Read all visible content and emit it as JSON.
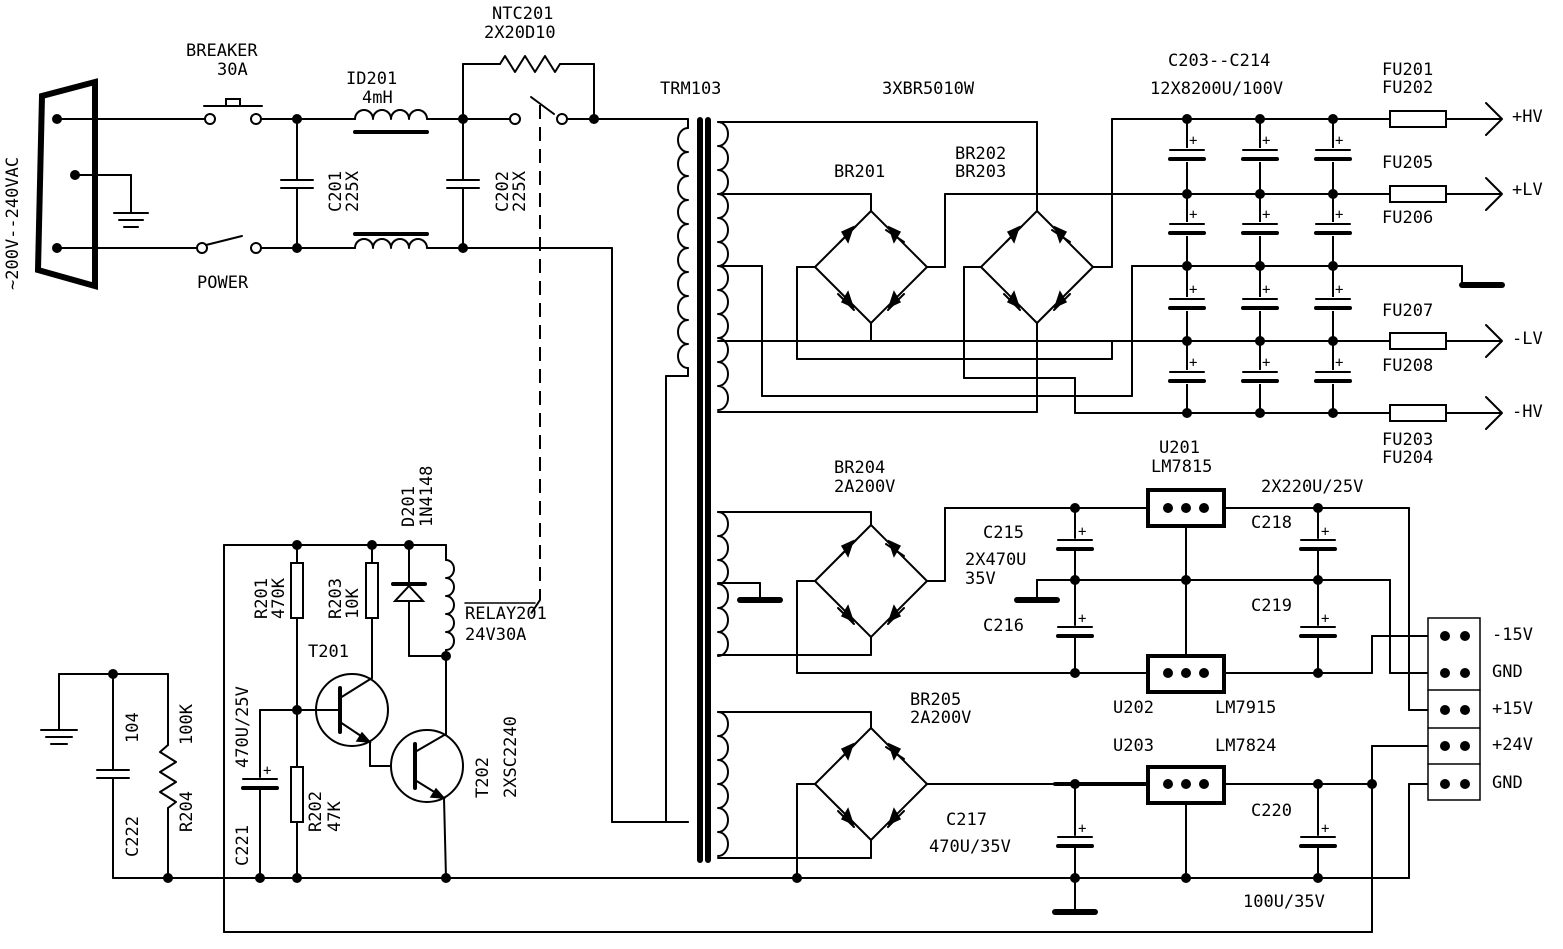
{
  "labels": {
    "input": "~200V--240VAC",
    "breaker_name": "BREAKER",
    "breaker_value": "30A",
    "power": "POWER",
    "id201_name": "ID201",
    "id201_value": "4mH",
    "ntc_name": "NTC201",
    "ntc_value": "2X20D10",
    "c201_name": "C201",
    "c201_value": "225X",
    "c202_name": "C202",
    "c202_value": "225X",
    "trm": "TRM103",
    "br_main": "3XBR5010W",
    "br201": "BR201",
    "br202": "BR202",
    "br203": "BR203",
    "c203_214": "C203--C214",
    "c203_214_value": "12X8200U/100V",
    "fu201": "FU201",
    "fu202": "FU202",
    "fu205": "FU205",
    "fu206": "FU206",
    "fu207": "FU207",
    "fu208": "FU208",
    "fu203": "FU203",
    "fu204": "FU204",
    "out_hv_pos": "+HV",
    "out_lv_pos": "+LV",
    "out_lv_neg": "-LV",
    "out_hv_neg": "-HV",
    "br204_name": "BR204",
    "br204_value": "2A200V",
    "br205_name": "BR205",
    "br205_value": "2A200V",
    "u201": "U201",
    "lm7815": "LM7815",
    "cap_2x220": "2X220U/25V",
    "c215": "C215",
    "cap_2x470": "2X470U",
    "cap_35v": "35V",
    "c216": "C216",
    "c218": "C218",
    "c219": "C219",
    "u202": "U202",
    "lm7915": "LM7915",
    "u203": "U203",
    "lm7824": "LM7824",
    "c217": "C217",
    "c217_value": "470U/35V",
    "c220": "C220",
    "c220_value": "100U/35V",
    "term_m15": "-15V",
    "term_gnd1": "GND",
    "term_p15": "+15V",
    "term_p24": "+24V",
    "term_gnd2": "GND",
    "d201_name": "D201",
    "d201_value": "1N4148",
    "relay_name": "RELAY201",
    "relay_value": "24V30A",
    "r201_name": "R201",
    "r201_value": "470K",
    "r203_name": "R203",
    "r203_value": "10K",
    "t201": "T201",
    "c221_value": "470U/25V",
    "c221_name": "C221",
    "r202_name": "R202",
    "r202_value": "47K",
    "t202_name": "T202",
    "t202_value": "2XSC2240",
    "c222_value": "104",
    "c222_name": "C222",
    "r204_value": "100K",
    "r204_name": "R204",
    "plus": "+"
  }
}
